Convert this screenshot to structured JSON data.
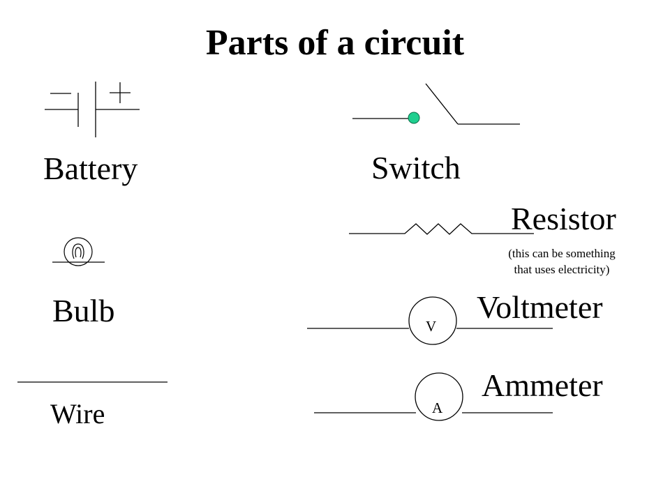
{
  "title": "Parts of a circuit",
  "components": {
    "battery": {
      "label": "Battery"
    },
    "switch": {
      "label": "Switch"
    },
    "resistor": {
      "label": "Resistor",
      "note_line1": "(this can be something",
      "note_line2": "that uses electricity)"
    },
    "bulb": {
      "label": "Bulb"
    },
    "voltmeter": {
      "label": "Voltmeter",
      "symbol_letter": "V"
    },
    "wire": {
      "label": "Wire"
    },
    "ammeter": {
      "label": "Ammeter",
      "symbol_letter": "A"
    }
  },
  "colors": {
    "line": "#000000",
    "switch_pivot": "#1fcf8f",
    "switch_pivot_outline": "#0a6b47"
  }
}
